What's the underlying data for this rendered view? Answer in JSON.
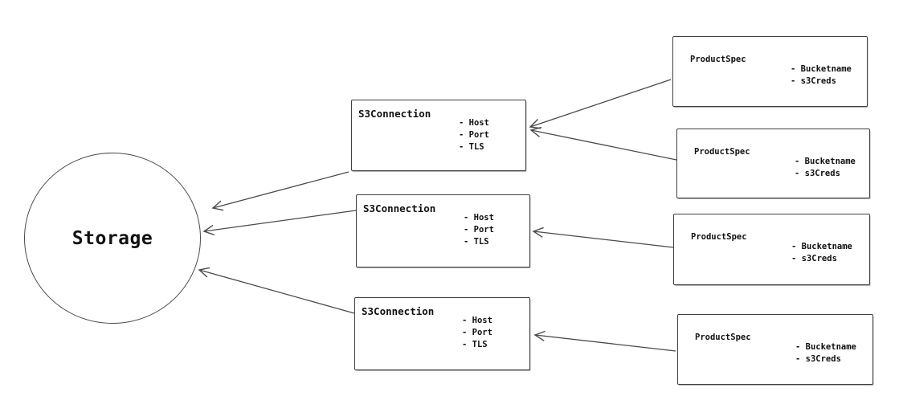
{
  "diagram": {
    "storage_node": {
      "label": "Storage"
    },
    "s3_connection_nodes": [
      {
        "title": "S3Connection",
        "attributes": [
          "- Host",
          "- Port",
          "- TLS"
        ]
      },
      {
        "title": "S3Connection",
        "attributes": [
          "- Host",
          "- Port",
          "- TLS"
        ]
      },
      {
        "title": "S3Connection",
        "attributes": [
          "- Host",
          "- Port",
          "- TLS"
        ]
      }
    ],
    "product_spec_nodes": [
      {
        "title": "ProductSpec",
        "attributes": [
          "- Bucketname",
          "- s3Creds"
        ]
      },
      {
        "title": "ProductSpec",
        "attributes": [
          "- Bucketname",
          "- s3Creds"
        ]
      },
      {
        "title": "ProductSpec",
        "attributes": [
          "- Bucketname",
          "- s3Creds"
        ]
      },
      {
        "title": "ProductSpec",
        "attributes": [
          "- Bucketname",
          "- s3Creds"
        ]
      }
    ],
    "colors": {
      "node_border": "#3f3f3f",
      "arrow_stroke": "#4a4a4a",
      "text": "#111111",
      "background": "#ffffff"
    }
  }
}
